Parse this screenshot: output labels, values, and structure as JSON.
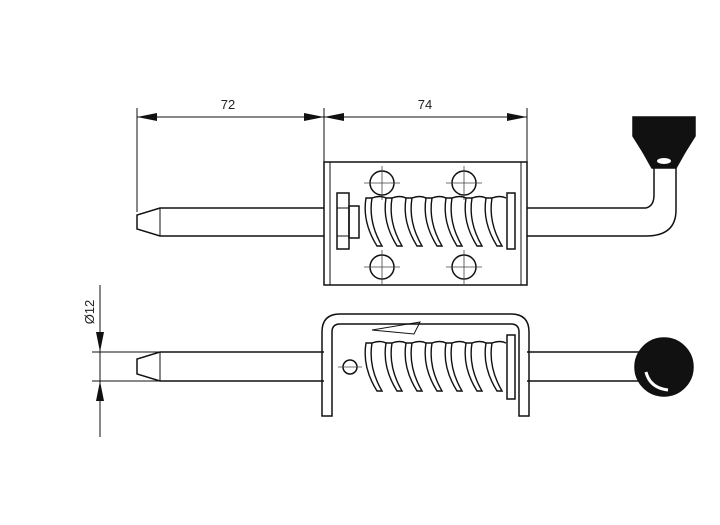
{
  "dimensions": {
    "pin_length": "72",
    "housing_length": "74",
    "pin_diameter": "Ø12"
  }
}
